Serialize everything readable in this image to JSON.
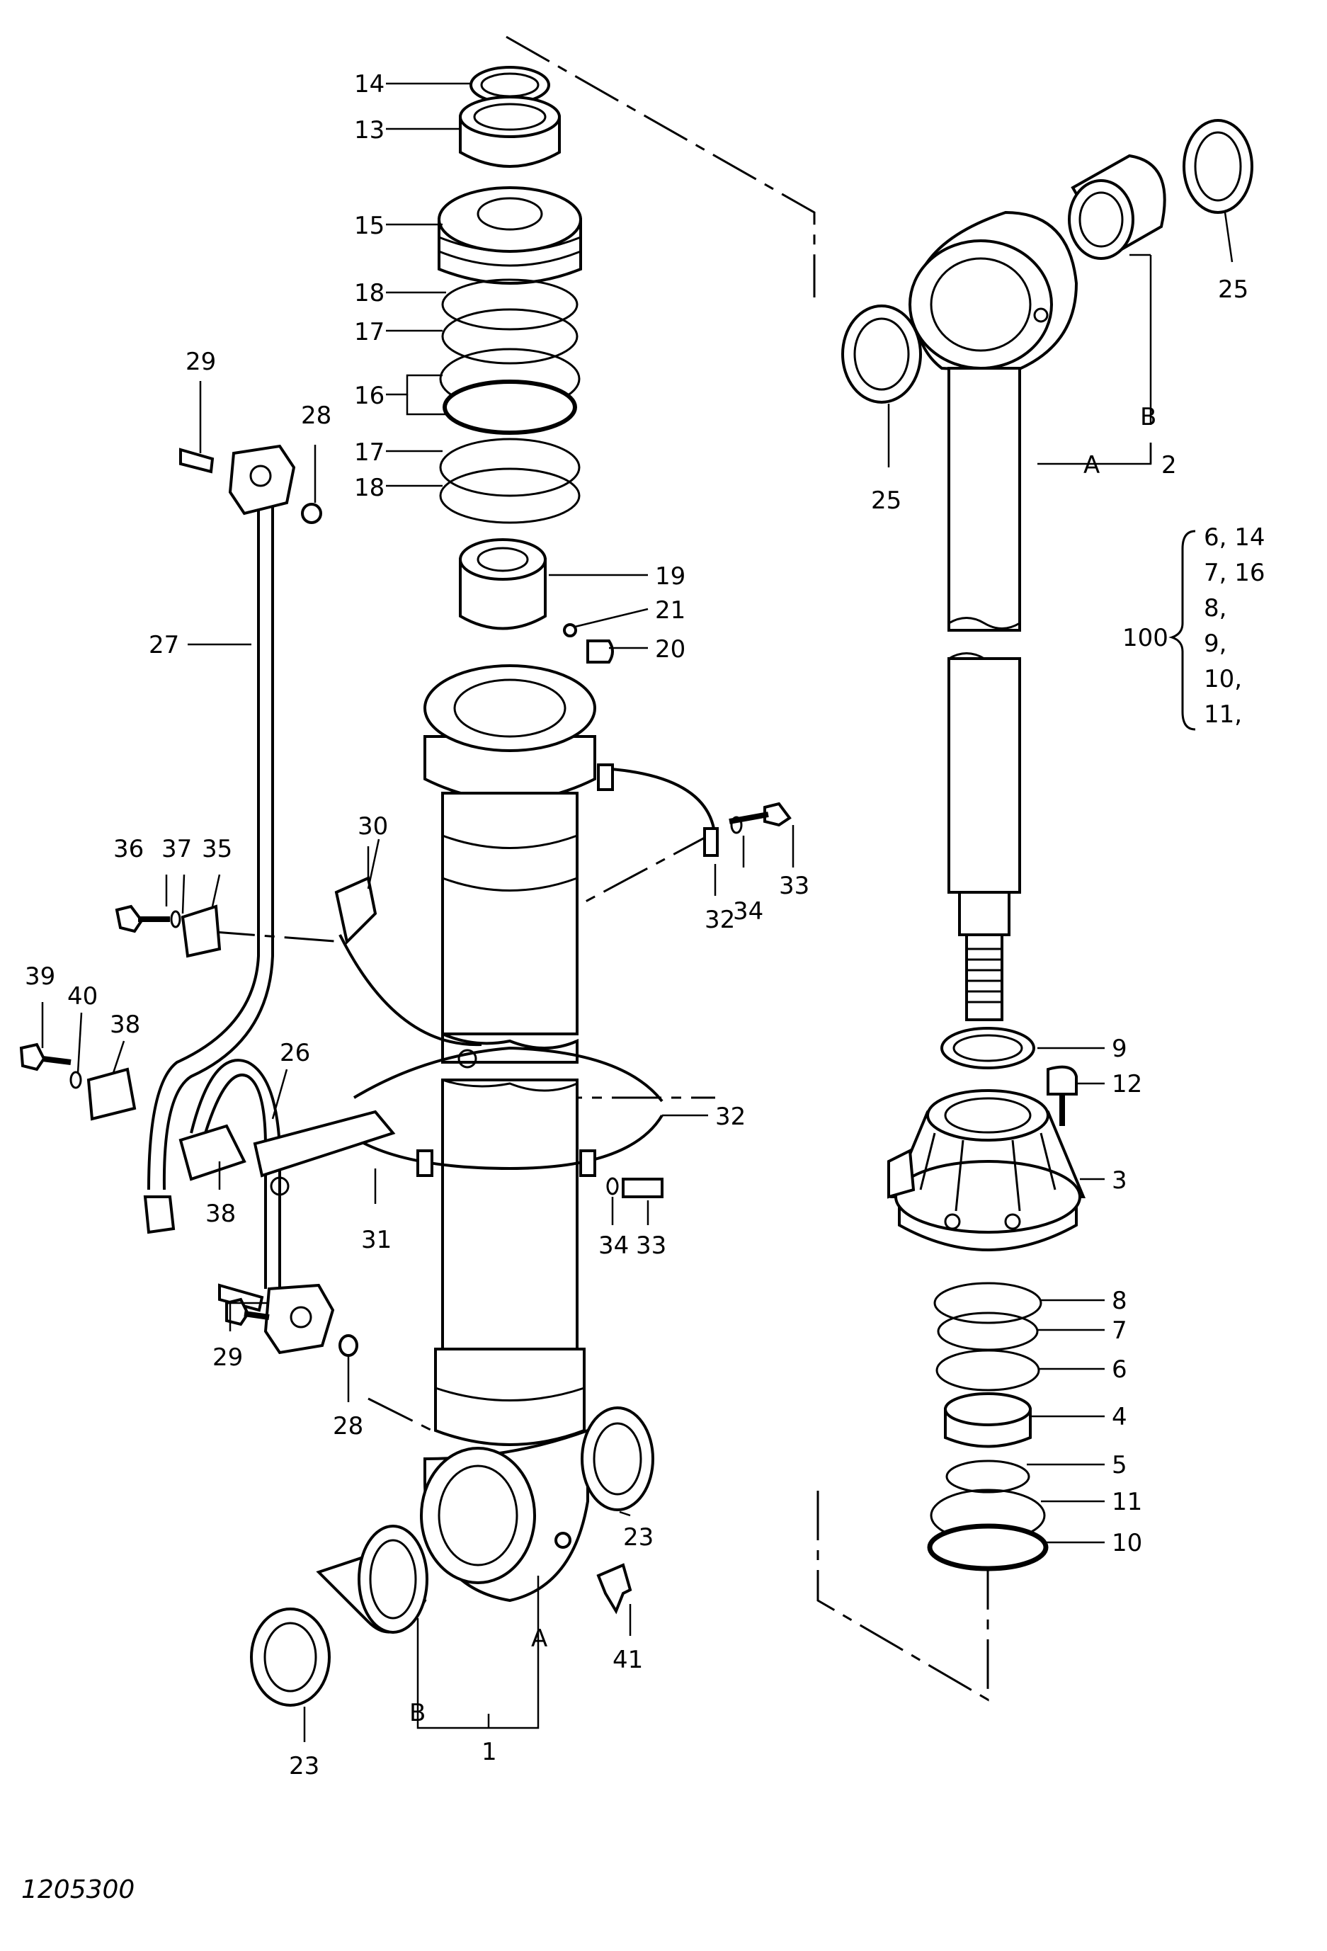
{
  "drawing_number": "1205300",
  "labels": {
    "l1": "1",
    "l2": "2",
    "l3": "3",
    "l4": "4",
    "l5": "5",
    "l6": "6",
    "l7": "7",
    "l8": "8",
    "l9": "9",
    "l10": "10",
    "l11": "11",
    "l12": "12",
    "l13": "13",
    "l14": "14",
    "l15": "15",
    "l16": "16",
    "l17a": "17",
    "l17b": "17",
    "l18a": "18",
    "l18b": "18",
    "l19": "19",
    "l20": "20",
    "l21": "21",
    "l23a": "23",
    "l23b": "23",
    "l25a": "25",
    "l25b": "25",
    "l26": "26",
    "l27": "27",
    "l28a": "28",
    "l28b": "28",
    "l29a": "29",
    "l29b": "29",
    "l30": "30",
    "l31": "31",
    "l32a": "32",
    "l32b": "32",
    "l33a": "33",
    "l33b": "33",
    "l34a": "34",
    "l34b": "34",
    "l35": "35",
    "l36": "36",
    "l37": "37",
    "l38a": "38",
    "l38b": "38",
    "l39": "39",
    "l40": "40",
    "l41": "41",
    "rodA": "A",
    "rodB": "B",
    "tubeA": "A",
    "tubeB": "B"
  },
  "kit": {
    "number": "100",
    "items": [
      "6, 14",
      "7, 16",
      "8,",
      "9,",
      "10,",
      "11,"
    ]
  }
}
